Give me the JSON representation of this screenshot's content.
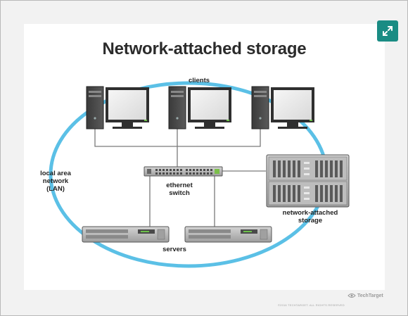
{
  "title": "Network-attached storage",
  "labels": {
    "clients": "clients",
    "lan_1": "local area",
    "lan_2": "network",
    "lan_3": "(LAN)",
    "switch_1": "ethernet",
    "switch_2": "switch",
    "nas_1": "network-attached",
    "nas_2": "storage",
    "servers": "servers"
  },
  "footer": {
    "copyright": "©2016 TECHTARGET. ALL RIGHTS RESERVED",
    "logo": "TechTarget"
  },
  "icons": {
    "expand": "expand-arrows-icon",
    "logo": "techtarget-eye-icon"
  },
  "colors": {
    "lan_ring": "#5bc0e6",
    "expand_button": "#1a8c84",
    "title": "#2b2b2b"
  }
}
